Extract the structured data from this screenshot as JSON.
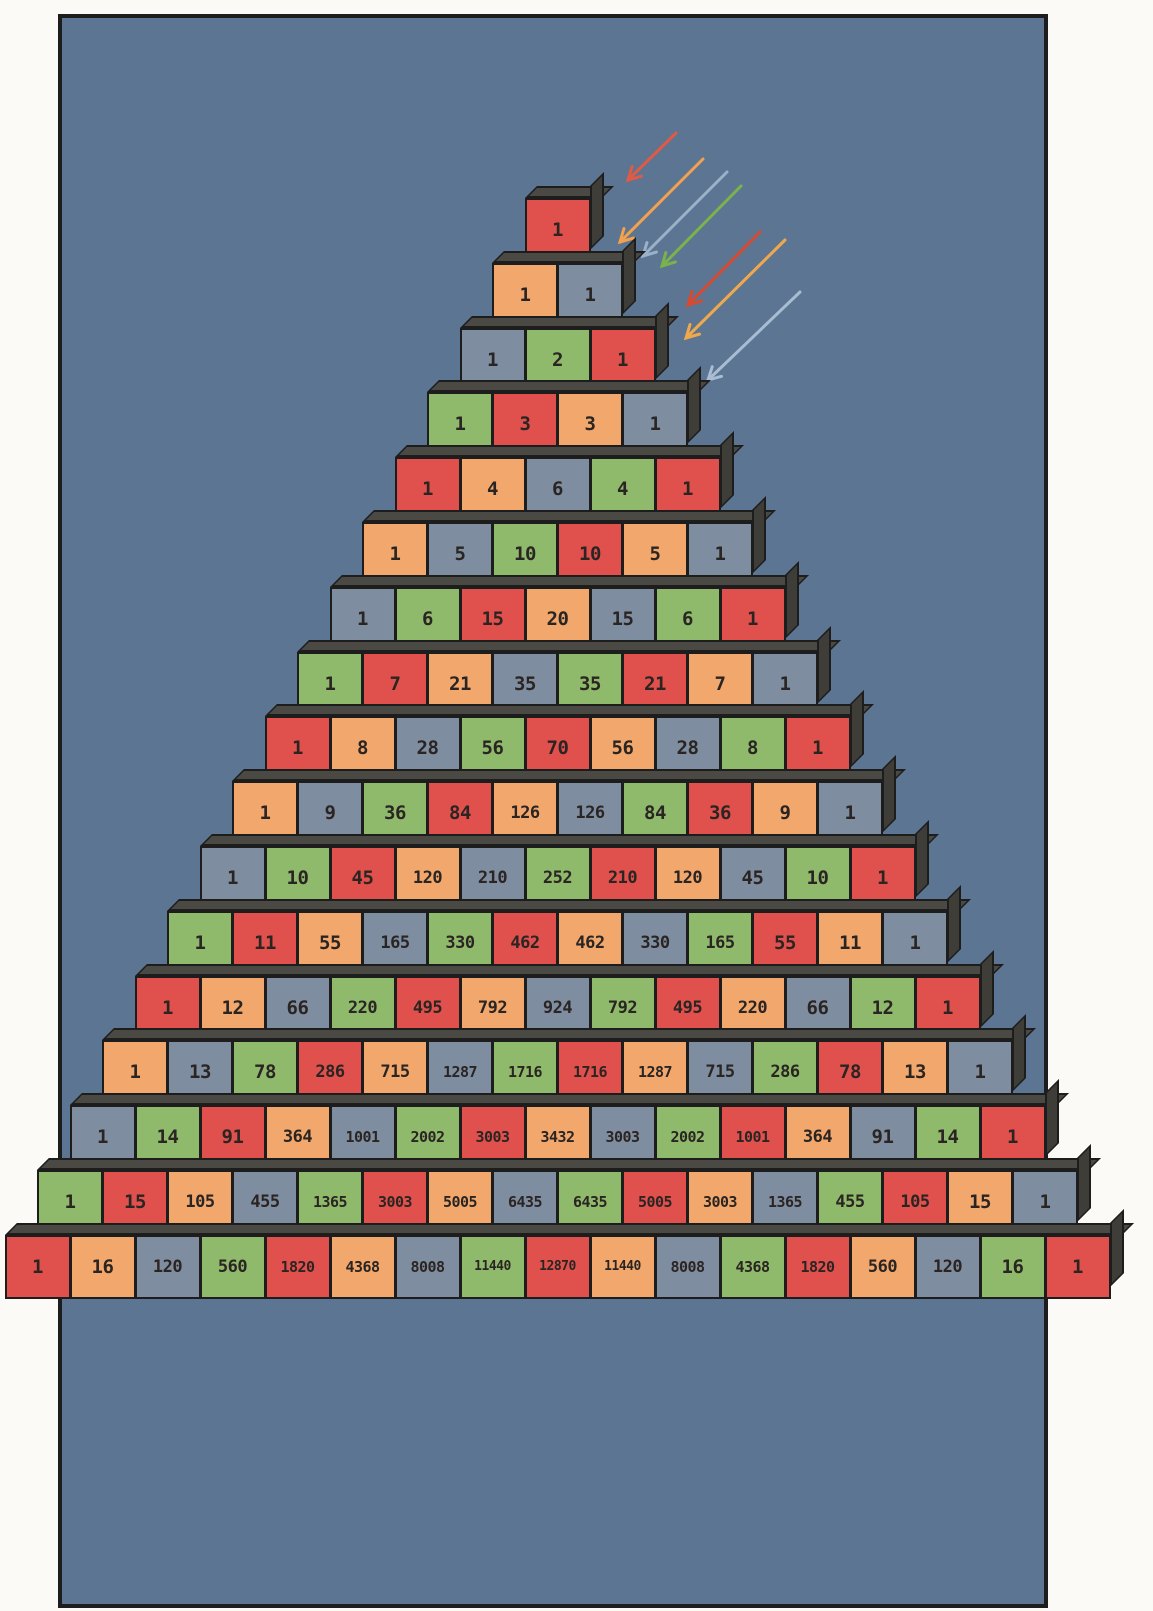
{
  "colors": {
    "board": "#5b7592",
    "red": "#e0504d",
    "orange": "#f2a76c",
    "green": "#8fba6c",
    "gray": "#7f8da0",
    "arrows": [
      "#e05a45",
      "#f3a14d",
      "#9bb0c9",
      "#7ab34c",
      "#d8492f",
      "#f0a84d",
      "#a8bcd2"
    ]
  },
  "pyramid": {
    "rows": [
      {
        "colors": [
          "red"
        ],
        "values": [
          "1"
        ]
      },
      {
        "colors": [
          "orange",
          "gray"
        ],
        "values": [
          "1",
          "1"
        ]
      },
      {
        "colors": [
          "gray",
          "green",
          "red"
        ],
        "values": [
          "1",
          "2",
          "1"
        ]
      },
      {
        "colors": [
          "green",
          "red",
          "orange",
          "gray"
        ],
        "values": [
          "1",
          "3",
          "3",
          "1"
        ]
      },
      {
        "colors": [
          "red",
          "orange",
          "gray",
          "green",
          "red"
        ],
        "values": [
          "1",
          "4",
          "6",
          "4",
          "1"
        ]
      },
      {
        "colors": [
          "orange",
          "gray",
          "green",
          "red",
          "orange",
          "gray"
        ],
        "values": [
          "1",
          "5",
          "10",
          "10",
          "5",
          "1"
        ]
      },
      {
        "colors": [
          "gray",
          "green",
          "red",
          "orange",
          "gray",
          "green",
          "red"
        ],
        "values": [
          "1",
          "6",
          "15",
          "20",
          "15",
          "6",
          "1"
        ]
      },
      {
        "colors": [
          "green",
          "red",
          "orange",
          "gray",
          "green",
          "red",
          "orange",
          "gray"
        ],
        "values": [
          "1",
          "7",
          "21",
          "35",
          "35",
          "21",
          "7",
          "1"
        ]
      },
      {
        "colors": [
          "red",
          "orange",
          "gray",
          "green",
          "red",
          "orange",
          "gray",
          "green",
          "red"
        ],
        "values": [
          "1",
          "8",
          "28",
          "56",
          "70",
          "56",
          "28",
          "8",
          "1"
        ]
      },
      {
        "colors": [
          "orange",
          "gray",
          "green",
          "red",
          "orange",
          "gray",
          "green",
          "red",
          "orange",
          "gray"
        ],
        "values": [
          "1",
          "9",
          "36",
          "84",
          "126",
          "126",
          "84",
          "36",
          "9",
          "1"
        ]
      },
      {
        "colors": [
          "gray",
          "green",
          "red",
          "orange",
          "gray",
          "green",
          "red",
          "orange",
          "gray",
          "green",
          "red"
        ],
        "values": [
          "1",
          "10",
          "45",
          "120",
          "210",
          "252",
          "210",
          "120",
          "45",
          "10",
          "1"
        ]
      },
      {
        "colors": [
          "green",
          "red",
          "orange",
          "gray",
          "green",
          "red",
          "orange",
          "gray",
          "green",
          "red",
          "orange",
          "gray"
        ],
        "values": [
          "1",
          "11",
          "55",
          "165",
          "330",
          "462",
          "462",
          "330",
          "165",
          "55",
          "11",
          "1"
        ]
      },
      {
        "colors": [
          "red",
          "orange",
          "gray",
          "green",
          "red",
          "orange",
          "gray",
          "green",
          "red",
          "orange",
          "gray",
          "green",
          "red"
        ],
        "values": [
          "1",
          "12",
          "66",
          "220",
          "495",
          "792",
          "924",
          "792",
          "495",
          "220",
          "66",
          "12",
          "1"
        ]
      },
      {
        "colors": [
          "orange",
          "gray",
          "green",
          "red",
          "orange",
          "gray",
          "green",
          "red",
          "orange",
          "gray",
          "green",
          "red",
          "orange",
          "gray"
        ],
        "values": [
          "1",
          "13",
          "78",
          "286",
          "715",
          "1287",
          "1716",
          "1716",
          "1287",
          "715",
          "286",
          "78",
          "13",
          "1"
        ]
      },
      {
        "colors": [
          "gray",
          "green",
          "red",
          "orange",
          "gray",
          "green",
          "red",
          "orange",
          "gray",
          "green",
          "red",
          "orange",
          "gray",
          "green",
          "red"
        ],
        "values": [
          "1",
          "14",
          "91",
          "364",
          "1001",
          "2002",
          "3003",
          "3432",
          "3003",
          "2002",
          "1001",
          "364",
          "91",
          "14",
          "1"
        ]
      },
      {
        "colors": [
          "green",
          "red",
          "orange",
          "gray",
          "green",
          "red",
          "orange",
          "gray",
          "green",
          "red",
          "orange",
          "gray",
          "green",
          "red",
          "orange",
          "gray"
        ],
        "values": [
          "1",
          "15",
          "105",
          "455",
          "1365",
          "3003",
          "5005",
          "6435",
          "6435",
          "5005",
          "3003",
          "1365",
          "455",
          "105",
          "15",
          "1"
        ]
      },
      {
        "colors": [
          "red",
          "orange",
          "gray",
          "green",
          "red",
          "orange",
          "gray",
          "green",
          "red",
          "orange",
          "gray",
          "green",
          "red",
          "orange",
          "gray",
          "green",
          "red"
        ],
        "values": [
          "1",
          "16",
          "120",
          "560",
          "1820",
          "4368",
          "8008",
          "11440",
          "12870",
          "11440",
          "8008",
          "4368",
          "1820",
          "560",
          "120",
          "16",
          "1"
        ]
      }
    ]
  }
}
